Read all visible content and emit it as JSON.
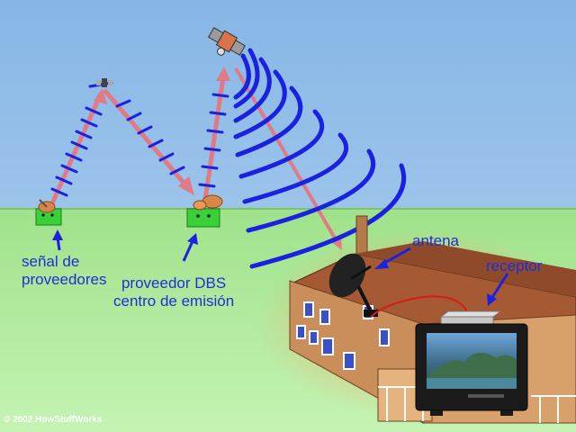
{
  "labels": {
    "provider_signal": "señal de\nproveedores",
    "broadcast_center": "proveedor DBS\ncentro de emisión",
    "antenna": "antena",
    "receiver": "receptor"
  },
  "copyright": "© 2002 HowStuffWorks",
  "colors": {
    "sky": "#8db9e6",
    "ground": "#a6e58f",
    "signal": "#1a22e0",
    "beam": "#e07a86",
    "label": "#1f2fd6"
  }
}
